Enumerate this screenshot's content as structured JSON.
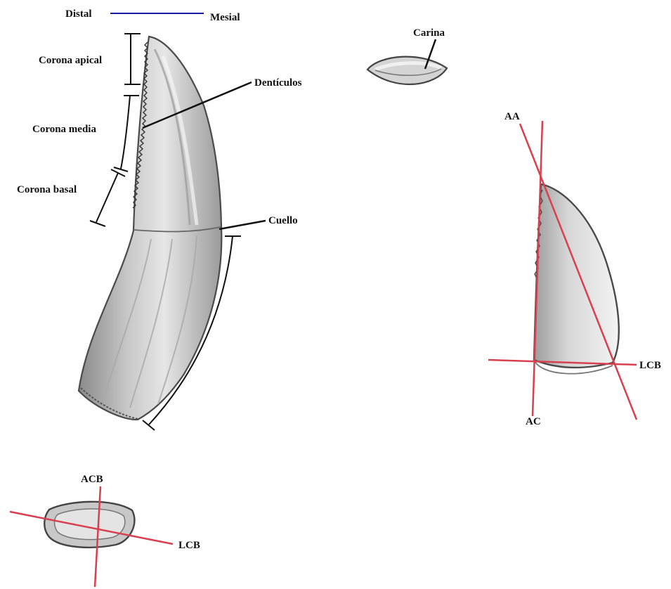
{
  "orientation": {
    "distal": "Distal",
    "mesial": "Mesial"
  },
  "crown_regions": {
    "apical": "Corona apical",
    "media": "Corona media",
    "basal": "Corona basal"
  },
  "features": {
    "denticles": "Dentículos",
    "neck": "Cuello",
    "carina": "Carina"
  },
  "measurements_side": {
    "aa": "AA",
    "ac": "AC",
    "lcb": "LCB"
  },
  "measurements_base": {
    "acb": "ACB",
    "lcb": "LCB"
  },
  "colors": {
    "orientation_line": "#1a1aa6",
    "measure_lines": "#d8404f",
    "pencil": "#555555"
  }
}
